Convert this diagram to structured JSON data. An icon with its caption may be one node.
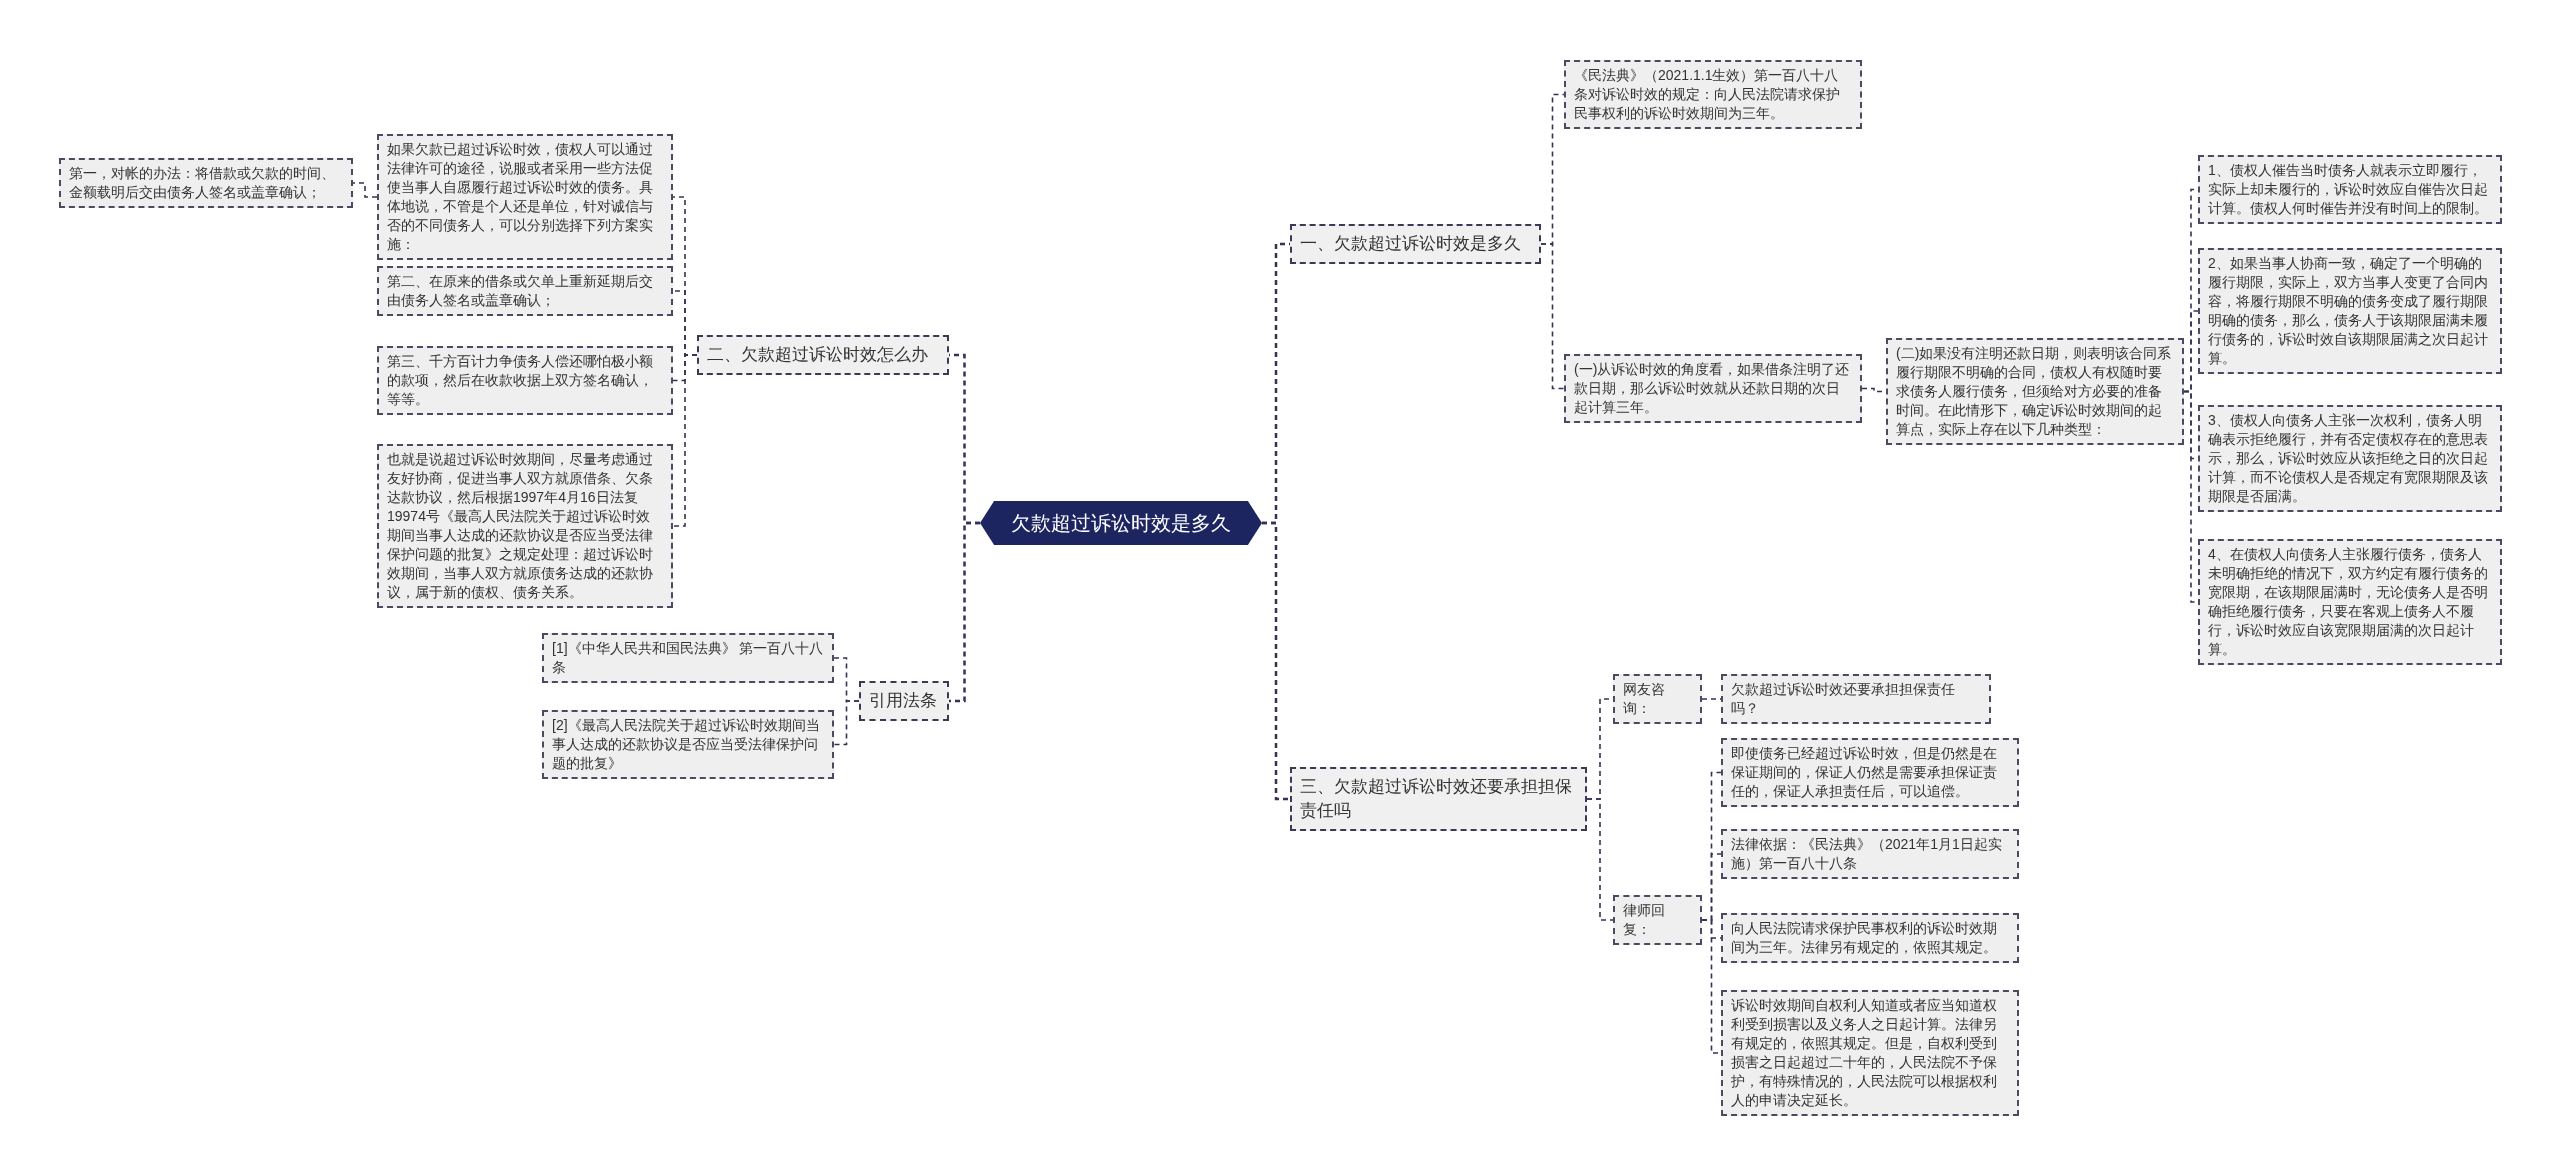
{
  "diagram": {
    "nodes": [
      {
        "text": [
          "欠款超过诉讼时效是多久"
        ]
      },
      {
        "text": [
          "一、欠款超过诉讼时效是多久"
        ]
      },
      {
        "text": [
          "《民法典》（2021.1.1生效）第一百八十八条对诉讼时效的规定：向人民法院请求保护民事权利的诉讼时效期间为三年。"
        ]
      },
      {
        "text": [
          "(一)从诉讼时效的角度看，如果借条注明了还款日期，那么诉讼时效就从还款日期的次日起计算三年。"
        ]
      },
      {
        "text": [
          "(二)如果没有注明还款日期，则表明该合同系履行期限不明确的合同，债权人有权随时要求债务人履行债务，但须给对方必要的准备时间。在此情形下，确定诉讼时效期间的起算点，实际上存在以下几种类型："
        ]
      },
      {
        "text": [
          "1、债权人催告当时债务人就表示立即履行，实际上却未履行的，诉讼时效应自催告次日起计算。债权人何时催告并没有时间上的限制。"
        ]
      },
      {
        "text": [
          "2、如果当事人协商一致，确定了一个明确的履行期限，实际上，双方当事人变更了合同内容，将履行期限不明确的债务变成了履行期限明确的债务，那么，债务人于该期限届满未履行债务的，诉讼时效自该期限届满之次日起计算。"
        ]
      },
      {
        "text": [
          "3、债权人向债务人主张一次权利，债务人明确表示拒绝履行，并有否定债权存在的意思表示，那么，诉讼时效应从该拒绝之日的次日起计算，而不论债权人是否规定有宽限期限及该期限是否届满。"
        ]
      },
      {
        "text": [
          "4、在债权人向债务人主张履行债务，债务人未明确拒绝的情况下，双方约定有履行债务的宽限期，在该期限届满时，无论债务人是否明确拒绝履行债务，只要在客观上债务人不履行，诉讼时效应自该宽限期届满的次日起计算。"
        ]
      },
      {
        "text": [
          "三、欠款超过诉讼时效还要承担担保责任吗"
        ]
      },
      {
        "text": [
          "网友咨询："
        ]
      },
      {
        "text": [
          "欠款超过诉讼时效还要承担担保责任吗？"
        ]
      },
      {
        "text": [
          "律师回复："
        ]
      },
      {
        "text": [
          "即使债务已经超过诉讼时效，但是仍然是在保证期间的，保证人仍然是需要承担保证责任的，保证人承担责任后，可以追偿。"
        ]
      },
      {
        "text": [
          "法律依据：《民法典》（2021年1月1日起实施）第一百八十八条"
        ]
      },
      {
        "text": [
          "向人民法院请求保护民事权利的诉讼时效期间为三年。法律另有规定的，依照其规定。"
        ]
      },
      {
        "text": [
          "诉讼时效期间自权利人知道或者应当知道权利受到损害以及义务人之日起计算。法律另有规定的，依照其规定。但是，自权利受到损害之日起超过二十年的，人民法院不予保护，有特殊情况的，人民法院可以根据权利人的申请决定延长。"
        ]
      },
      {
        "text": [
          "二、欠款超过诉讼时效怎么办"
        ]
      },
      {
        "text": [
          "如果欠款已超过诉讼时效，债权人可以通过法律许可的途径，说服或者采用一些方法促使当事人自愿履行超过诉讼时效的债务。具体地说，不管是个人还是单位，针对诚信与否的不同债务人，可以分别选择下列方案实施："
        ]
      },
      {
        "text": [
          "第一，对帐的办法：将借款或欠款的时间、金额载明后交由债务人签名或盖章确认；"
        ]
      },
      {
        "text": [
          "第二、在原来的借条或欠单上重新延期后交由债务人签名或盖章确认；"
        ]
      },
      {
        "text": [
          "第三、千方百计力争债务人偿还哪怕极小额的款项，然后在收款收据上双方签名确认，等等。"
        ]
      },
      {
        "text": [
          "也就是说超过诉讼时效期间，尽量考虑通过友好协商，促进当事人双方就原借条、欠条达款协议，然后根据1997年4月16日法复19974号《最高人民法院关于超过诉讼时效期间当事人达成的还款协议是否应当受法律保护问题的批复》之规定处理：超过诉讼时效期间，当事人双方就原债务达成的还款协议，属于新的债权、债务关系。"
        ]
      },
      {
        "text": [
          "引用法条"
        ]
      },
      {
        "text": [
          "[1]《中华人民共和国民法典》 第一百八十八条"
        ]
      },
      {
        "text": [
          "[2]《最高人民法院关于超过诉讼时效期间当事人达成的还款协议是否应当受法律保护问题的批复》"
        ]
      }
    ],
    "edges": [
      {
        "from": 0,
        "to": 1,
        "arrow": "none",
        "style": "dashed"
      },
      {
        "from": 0,
        "to": 9,
        "arrow": "none",
        "style": "dashed"
      },
      {
        "from": 0,
        "to": 17,
        "arrow": "none",
        "style": "dashed"
      },
      {
        "from": 0,
        "to": 23,
        "arrow": "none",
        "style": "dashed"
      },
      {
        "from": 1,
        "to": 2,
        "arrow": "none",
        "style": "dashed"
      },
      {
        "from": 1,
        "to": 3,
        "arrow": "none",
        "style": "dashed"
      },
      {
        "from": 3,
        "to": 4,
        "arrow": "none",
        "style": "dashed"
      },
      {
        "from": 4,
        "to": 5,
        "arrow": "none",
        "style": "dashed"
      },
      {
        "from": 4,
        "to": 6,
        "arrow": "none",
        "style": "dashed"
      },
      {
        "from": 4,
        "to": 7,
        "arrow": "none",
        "style": "dashed"
      },
      {
        "from": 4,
        "to": 8,
        "arrow": "none",
        "style": "dashed"
      },
      {
        "from": 9,
        "to": 10,
        "arrow": "none",
        "style": "dashed"
      },
      {
        "from": 9,
        "to": 12,
        "arrow": "none",
        "style": "dashed"
      },
      {
        "from": 10,
        "to": 11,
        "arrow": "none",
        "style": "dashed"
      },
      {
        "from": 12,
        "to": 13,
        "arrow": "none",
        "style": "dashed"
      },
      {
        "from": 12,
        "to": 14,
        "arrow": "none",
        "style": "dashed"
      },
      {
        "from": 12,
        "to": 15,
        "arrow": "none",
        "style": "dashed"
      },
      {
        "from": 12,
        "to": 16,
        "arrow": "none",
        "style": "dashed"
      },
      {
        "from": 17,
        "to": 18,
        "arrow": "none",
        "style": "dashed"
      },
      {
        "from": 17,
        "to": 20,
        "arrow": "none",
        "style": "dashed"
      },
      {
        "from": 17,
        "to": 21,
        "arrow": "none",
        "style": "dashed"
      },
      {
        "from": 17,
        "to": 22,
        "arrow": "none",
        "style": "dashed"
      },
      {
        "from": 18,
        "to": 19,
        "arrow": "none",
        "style": "dashed"
      },
      {
        "from": 23,
        "to": 24,
        "arrow": "none",
        "style": "dashed"
      },
      {
        "from": 23,
        "to": 25,
        "arrow": "none",
        "style": "dashed"
      }
    ]
  }
}
